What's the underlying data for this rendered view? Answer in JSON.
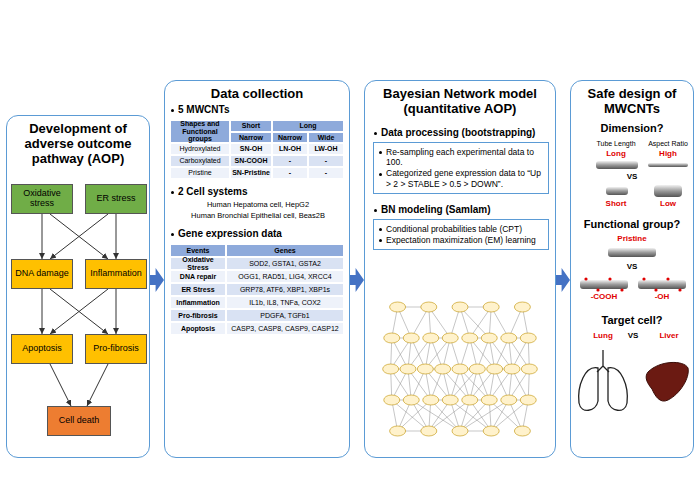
{
  "diagram": {
    "nodes": [
      {
        "text": [
          "Development of adverse outcome pathway (AOP)"
        ]
      },
      {
        "text": [
          "Oxidative stress"
        ],
        "in": 0
      },
      {
        "text": [
          "ER stress"
        ],
        "in": 0
      },
      {
        "text": [
          "DNA damage"
        ],
        "in": 0
      },
      {
        "text": [
          "Inflammation"
        ],
        "in": 0
      },
      {
        "text": [
          "Apoptosis"
        ],
        "in": 0
      },
      {
        "text": [
          "Pro-fibrosis"
        ],
        "in": 0
      },
      {
        "text": [
          "Cell death"
        ],
        "in": 0
      },
      {
        "text": [
          "Data collection"
        ]
      },
      {
        "text": [
          "Bayesian Network model (quantitative AOP)"
        ]
      },
      {
        "text": [
          "Data processing (bootstrapping)",
          "Re-sampling each experimental data to 100.",
          "Categorized gene expression data to “Up > 2 > STABLE > 0.5 > DOWN”."
        ],
        "in": 9
      },
      {
        "text": [
          "BN modeling (Samlam)",
          "Conditional probabilities table (CPT)",
          "Expectation maximization (EM) learning"
        ],
        "in": 9
      },
      {
        "text": [
          "Safe design of MWCNTs"
        ]
      }
    ],
    "edges": [
      {
        "from": 0,
        "to": 8,
        "arrow": "to"
      },
      {
        "from": 8,
        "to": 9,
        "arrow": "to"
      },
      {
        "from": 9,
        "to": 12,
        "arrow": "to"
      },
      {
        "from": 1,
        "to": 3,
        "arrow": "to"
      },
      {
        "from": 1,
        "to": 4,
        "arrow": "to"
      },
      {
        "from": 2,
        "to": 3,
        "arrow": "to"
      },
      {
        "from": 2,
        "to": 4,
        "arrow": "to"
      },
      {
        "from": 3,
        "to": 5,
        "arrow": "to"
      },
      {
        "from": 3,
        "to": 6,
        "arrow": "to"
      },
      {
        "from": 4,
        "to": 5,
        "arrow": "to"
      },
      {
        "from": 4,
        "to": 6,
        "arrow": "to"
      },
      {
        "from": 5,
        "to": 7,
        "arrow": "to"
      },
      {
        "from": 6,
        "to": 7,
        "arrow": "to"
      }
    ],
    "labels": [
      "5 MWCNTs",
      "Shapes and Functional groups",
      "Short",
      "Long",
      "Narrow",
      "Narrow",
      "Wide",
      "Hydroxylated",
      "SN-OH",
      "LN-OH",
      "LW-OH",
      "Carboxylated",
      "SN-COOH",
      "-",
      "-",
      "Pristine",
      "SN-Pristine",
      "-",
      "-",
      "2 Cell systems",
      "Human Hepatoma cell, HepG2",
      "Human Bronchial Epithelial cell, Beas2B",
      "Gene expression data",
      "Events",
      "Genes",
      "Oxidative Stress",
      "SOD2, GSTA1, GSTA2",
      "DNA repair",
      "OGG1, RAD51, LIG4, XRCC4",
      "ER Stress",
      "GRP78, ATF6, XBP1, XBP1s",
      "Inflammation",
      "IL1b, IL8, TNFa, COX2",
      "Pro-fibrosis",
      "PDGFA, TGFb1",
      "Apoptosis",
      "CASP3, CASP8, CASP9, CASP12",
      "Dimension?",
      "Tube Length",
      "Aspect Ratio",
      "Long",
      "High",
      "VS",
      "Short",
      "Low",
      "Functional group?",
      "Pristine",
      "VS",
      "-COOH",
      "-OH",
      "Target cell?",
      "Lung",
      "VS",
      "Liver"
    ]
  }
}
